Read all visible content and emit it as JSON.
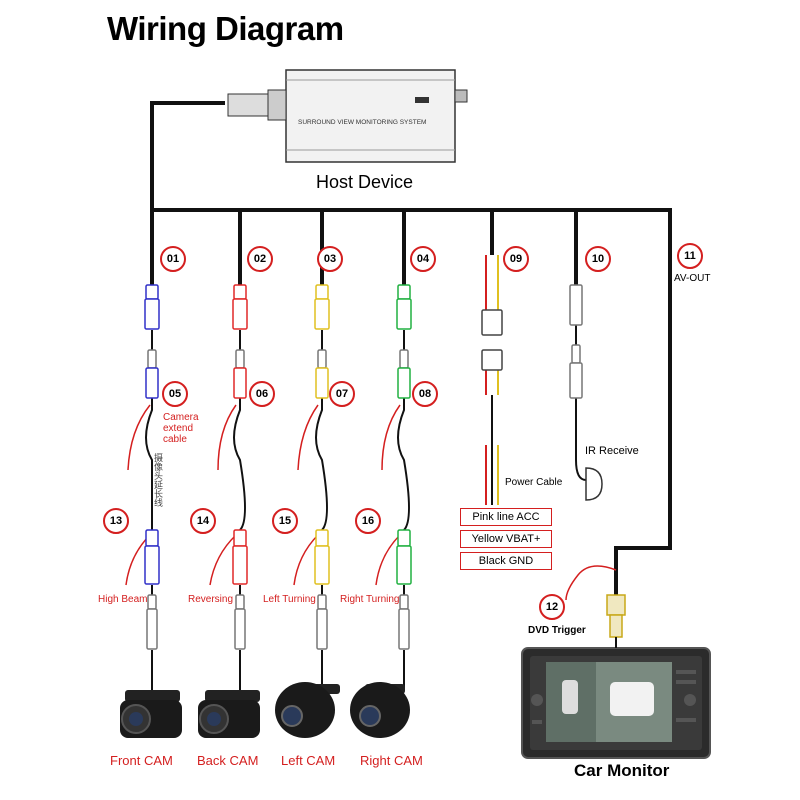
{
  "title": "Wiring Diagram",
  "host": {
    "label": "Host Device",
    "device_text": "SURROUND VIEW MONITORING SYSTEM"
  },
  "badges": [
    "01",
    "02",
    "03",
    "04",
    "05",
    "06",
    "07",
    "08",
    "09",
    "10",
    "11",
    "12",
    "13",
    "14",
    "15",
    "16"
  ],
  "labels": {
    "av_out": "AV-OUT",
    "camera_extend": [
      "Camera",
      "extend",
      "cable"
    ],
    "ir_receive": "IR Receive",
    "power_cable": "Power Cable",
    "dvd_trigger": "DVD Trigger",
    "chinese_text": "摄像头延长线"
  },
  "power_boxes": [
    "Pink line ACC",
    "Yellow VBAT+",
    "Black GND"
  ],
  "triggers": [
    "High Beam",
    "Reversing",
    "Left Turning",
    "Right Turning"
  ],
  "cameras": [
    "Front CAM",
    "Back CAM",
    "Left CAM",
    "Right CAM"
  ],
  "monitor_label": "Car Monitor",
  "colors": {
    "ch1": "#3030c8",
    "ch2": "#e02828",
    "ch3": "#e0c020",
    "ch4": "#20b040",
    "badge_ring": "#d41f1f",
    "wire": "#111111"
  }
}
